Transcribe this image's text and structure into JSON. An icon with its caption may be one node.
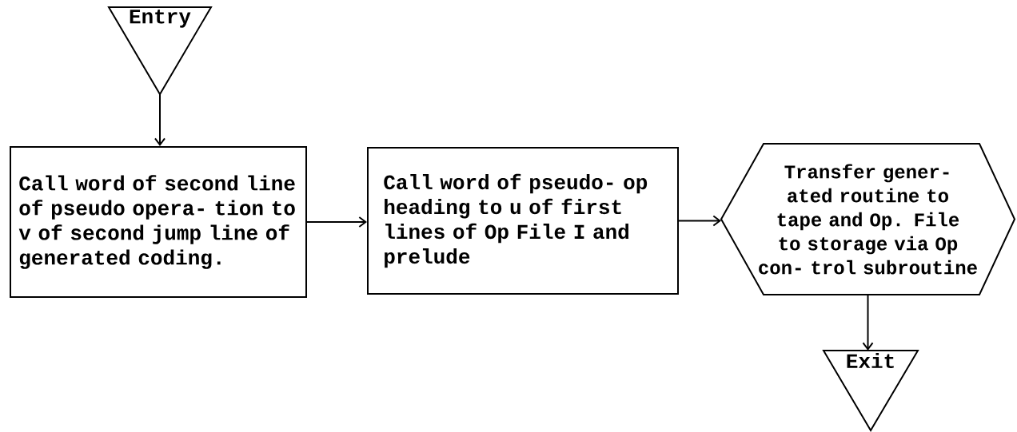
{
  "diagram": {
    "nodes": [
      {
        "text": [
          "Entry"
        ]
      },
      {
        "text": [
          "Call word of second line of pseudo opera- tion to v of second jump line of generated coding."
        ]
      },
      {
        "text": [
          "Call word of pseudo- op heading to u of first lines of Op File I and prelude"
        ]
      },
      {
        "text": [
          "Transfer gener- ated routine to tape and Op. File to storage via Op con- trol subroutine"
        ]
      },
      {
        "text": [
          "Exit"
        ]
      }
    ],
    "edges": [
      {
        "from": 0,
        "to": 1,
        "arrow": "to"
      },
      {
        "from": 1,
        "to": 2,
        "arrow": "to"
      },
      {
        "from": 2,
        "to": 3,
        "arrow": "to"
      },
      {
        "from": 3,
        "to": 4,
        "arrow": "to"
      }
    ]
  }
}
